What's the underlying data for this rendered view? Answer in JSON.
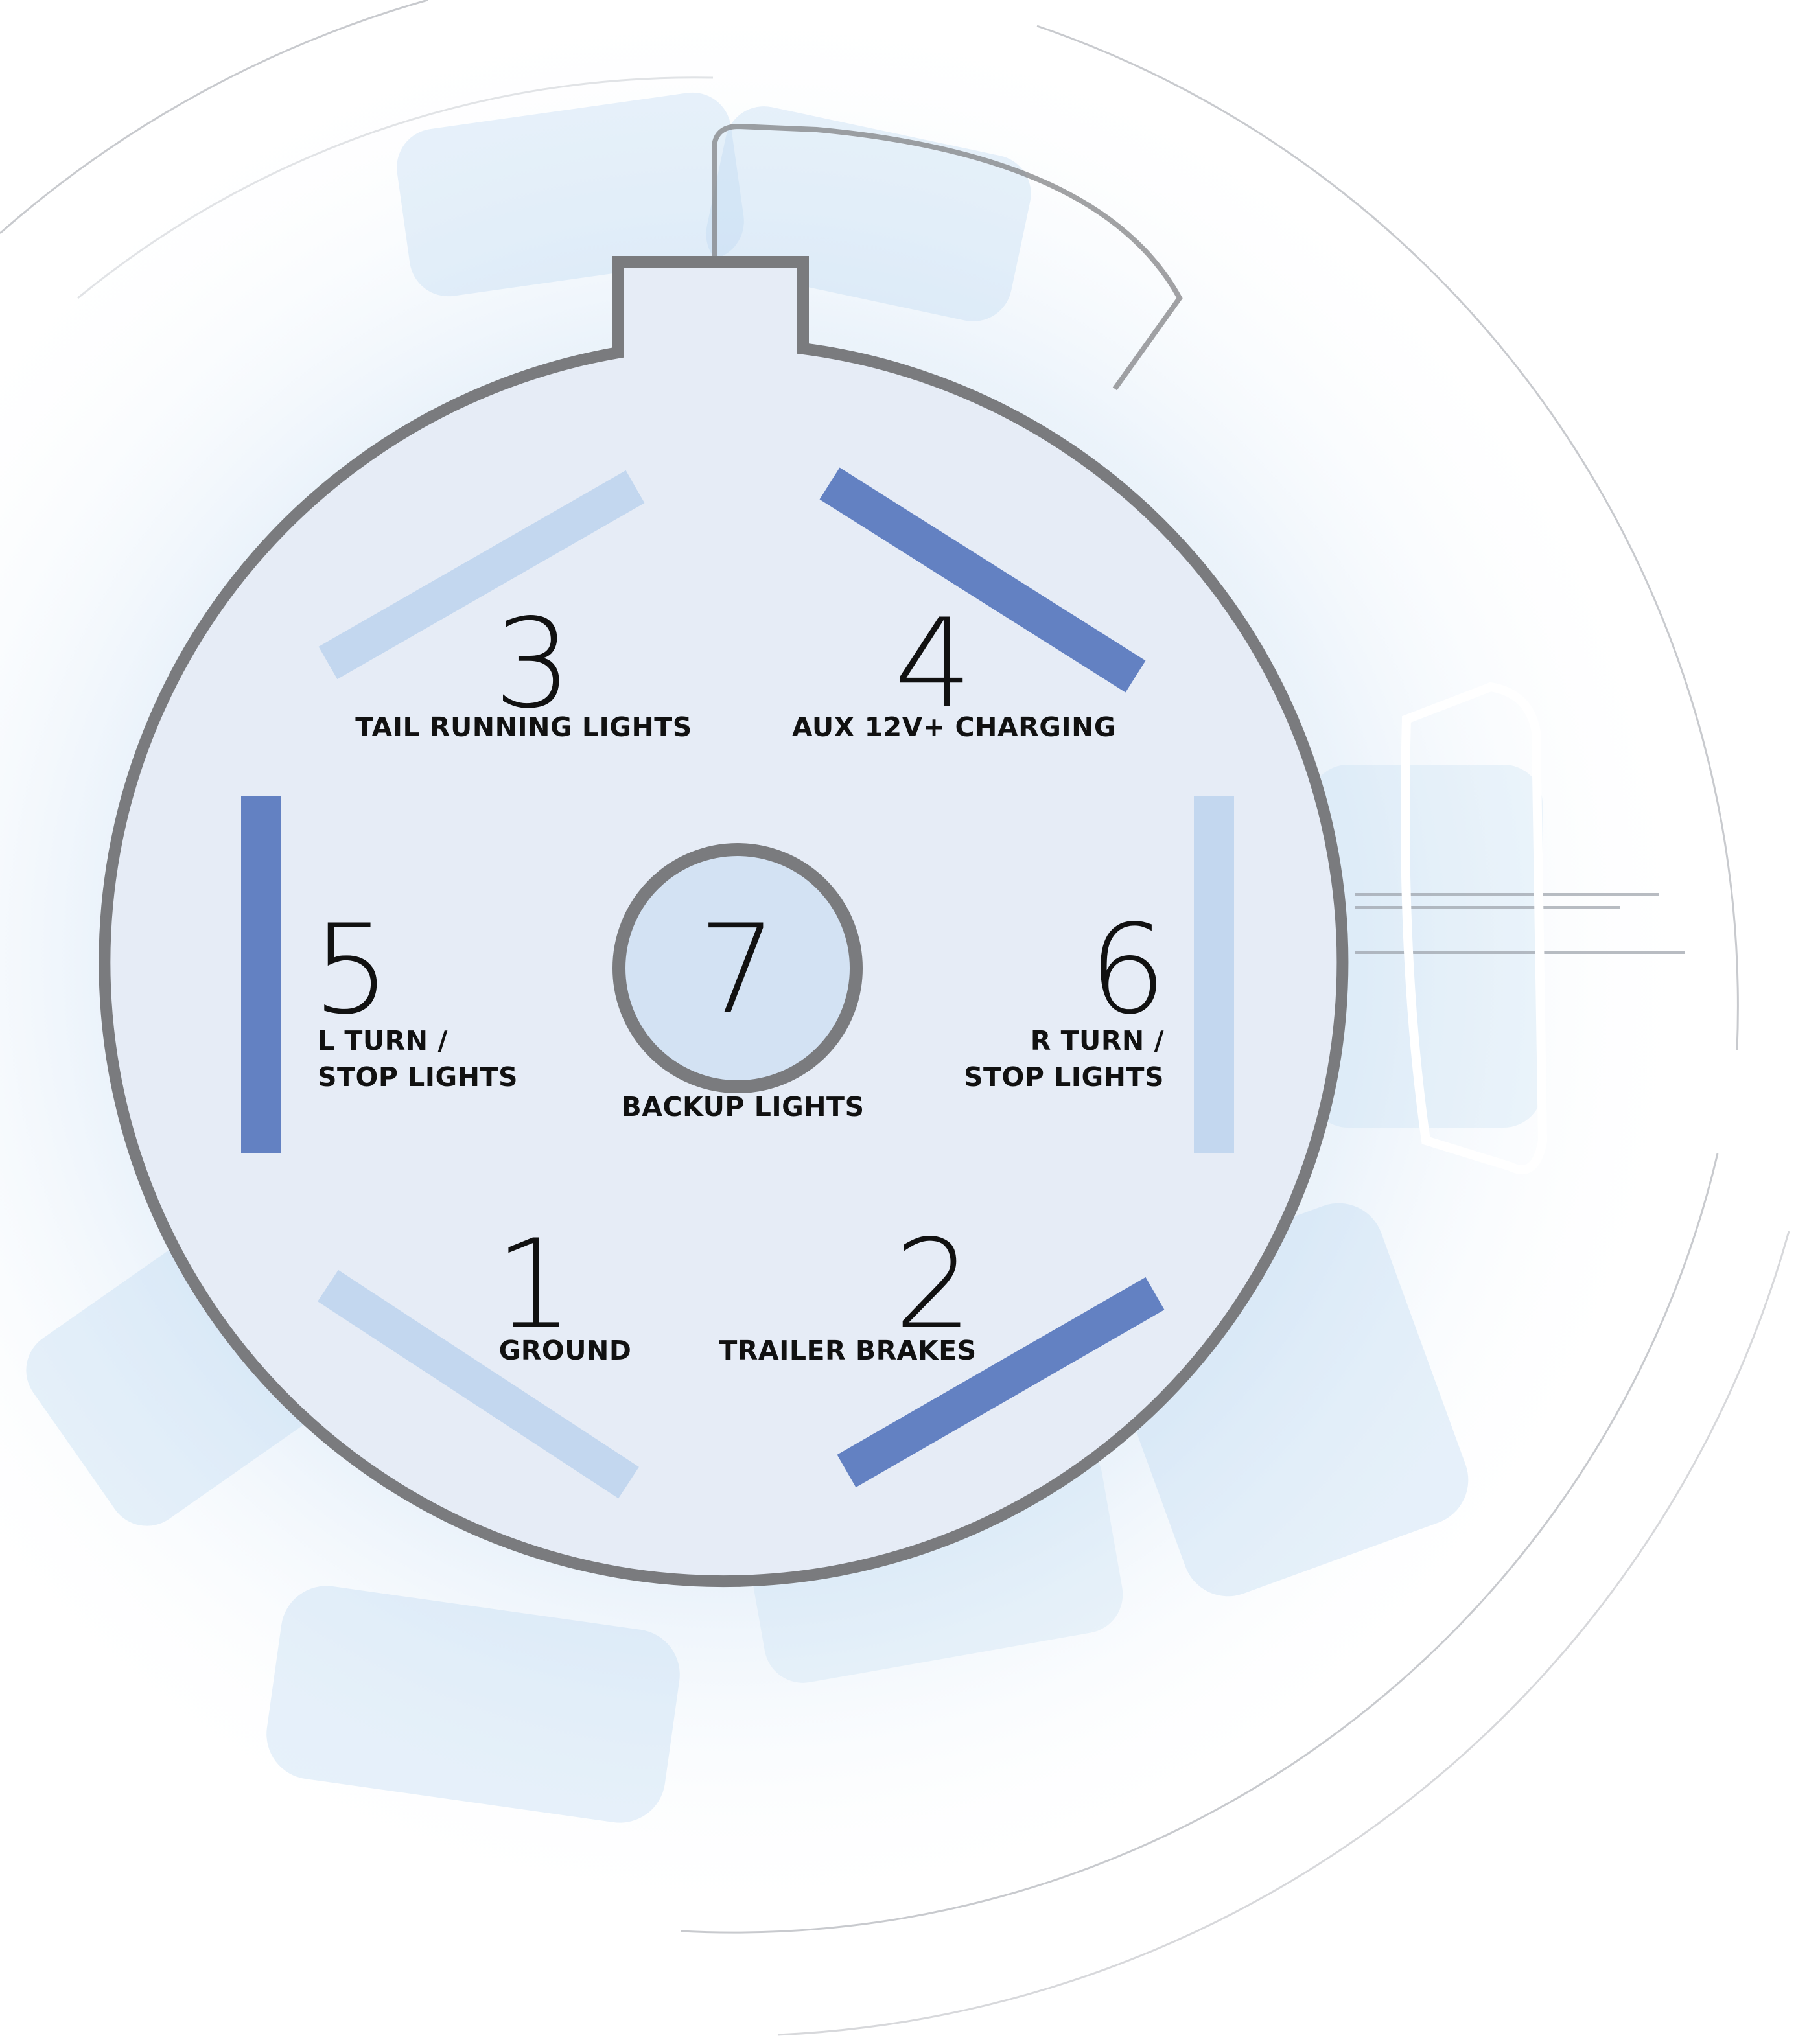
{
  "colors": {
    "outline": "#7a7b7e",
    "face": "#e6ecf6",
    "pin_dark": "#6381c2",
    "pin_light": "#c3d7ef",
    "center": "#d3e2f3",
    "text": "#111111"
  },
  "pins": [
    {
      "number": "3",
      "label_lines": [
        "TAIL RUNNING LIGHTS"
      ],
      "tone": "light"
    },
    {
      "number": "4",
      "label_lines": [
        "AUX 12V+ CHARGING"
      ],
      "tone": "dark"
    },
    {
      "number": "5",
      "label_lines": [
        "L TURN /",
        "STOP LIGHTS"
      ],
      "tone": "dark"
    },
    {
      "number": "7",
      "label_lines": [
        "BACKUP LIGHTS"
      ],
      "tone": "center"
    },
    {
      "number": "6",
      "label_lines": [
        "R TURN /",
        "STOP LIGHTS"
      ],
      "tone": "light"
    },
    {
      "number": "1",
      "label_lines": [
        "GROUND"
      ],
      "tone": "light"
    },
    {
      "number": "2",
      "label_lines": [
        "TRAILER BRAKES"
      ],
      "tone": "dark"
    }
  ]
}
